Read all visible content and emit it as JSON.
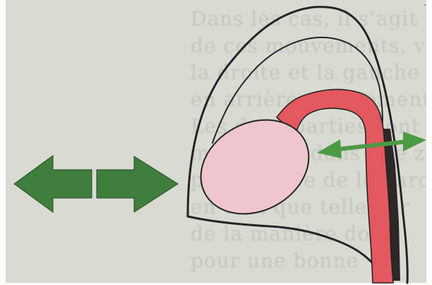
{
  "diagram": {
    "colors": {
      "paper": "#d9dbd3",
      "outline": "#242424",
      "pink_region": "#efc6cd",
      "red_tube": "#e4585f",
      "dark_band": "#2d2727",
      "green_arrow": "#3f7e3d",
      "green_line": "#4d9a45"
    },
    "background_text_lines": [
      "Dans les cas, il s’agit d’un",
      "de ces mouvements, vers",
      "la droite et la gauche d’un",
      "en arrière, au moment où",
      "Les deux parties sont",
      "mobilisées dans une zone",
      "plus proche de la paroi",
      "en tant que telle par",
      "de la manière dont",
      "pour une bonne"
    ],
    "elements": [
      "outer-contour",
      "inner-contour",
      "pink-oval",
      "red-tube",
      "dark-band",
      "left-green-arrow",
      "right-green-arrow",
      "double-headed-green-arrow"
    ]
  }
}
